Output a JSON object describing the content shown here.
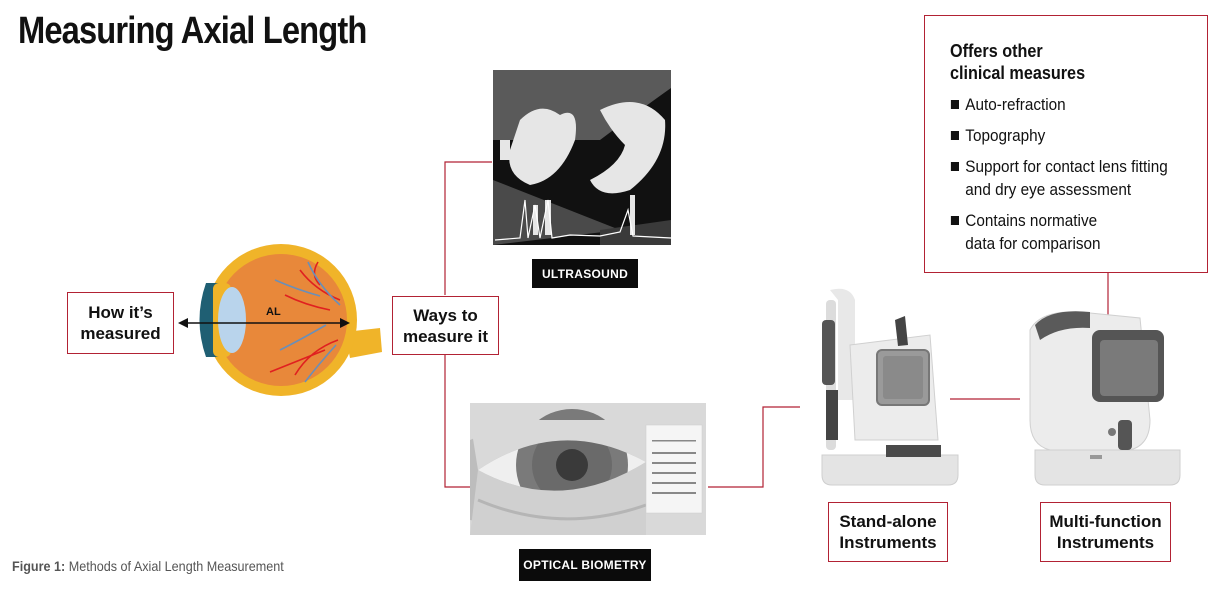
{
  "title": "Measuring Axial Length",
  "eye_label": "AL",
  "how_box": {
    "line1": "How it’s",
    "line2": "measured"
  },
  "ways_box": {
    "line1": "Ways to",
    "line2": "measure it"
  },
  "ultrasound_label": "ULTRASOUND",
  "optical_label": "OPTICAL BIOMETRY",
  "standalone_box": {
    "line1": "Stand-alone",
    "line2": "Instruments"
  },
  "multifunction_box": {
    "line1": "Multi-function",
    "line2": "Instruments"
  },
  "other_measures": {
    "heading_line1": "Offers other",
    "heading_line2": "clinical measures",
    "items": [
      {
        "line1": "Auto-refraction",
        "line2": ""
      },
      {
        "line1": "Topography",
        "line2": ""
      },
      {
        "line1": "Support for contact lens fitting",
        "line2": "and dry eye assessment"
      },
      {
        "line1": "Contains normative",
        "line2": "data for comparison"
      }
    ]
  },
  "caption": {
    "bold": "Figure 1:",
    "text": " Methods of Axial Length Measurement"
  },
  "colors": {
    "accent_red": "#b22234",
    "eye_orange": "#e8883a",
    "eye_yellow": "#f0b429",
    "cornea_teal": "#1f5f73"
  }
}
